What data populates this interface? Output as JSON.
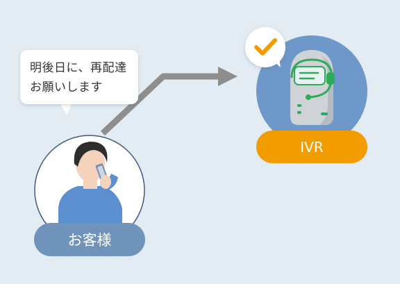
{
  "speech_bubble": {
    "lines": [
      "明後日に、再配達",
      "お願いします"
    ]
  },
  "customer": {
    "label": "お客様"
  },
  "ivr": {
    "label": "IVR"
  },
  "colors": {
    "background": "#e3ebf3",
    "customer_pill": "#6f93bb",
    "ivr_circle": "#6d98c9",
    "ivr_pill": "#f39c00",
    "arrow": "#8e8e8e",
    "check": "#f39c00",
    "robot_green": "#2faa5a"
  },
  "icons": {
    "check": "checkmark-icon",
    "robot": "robot-operator-icon",
    "caller": "person-on-phone-icon",
    "flow": "arrow-right-icon"
  }
}
